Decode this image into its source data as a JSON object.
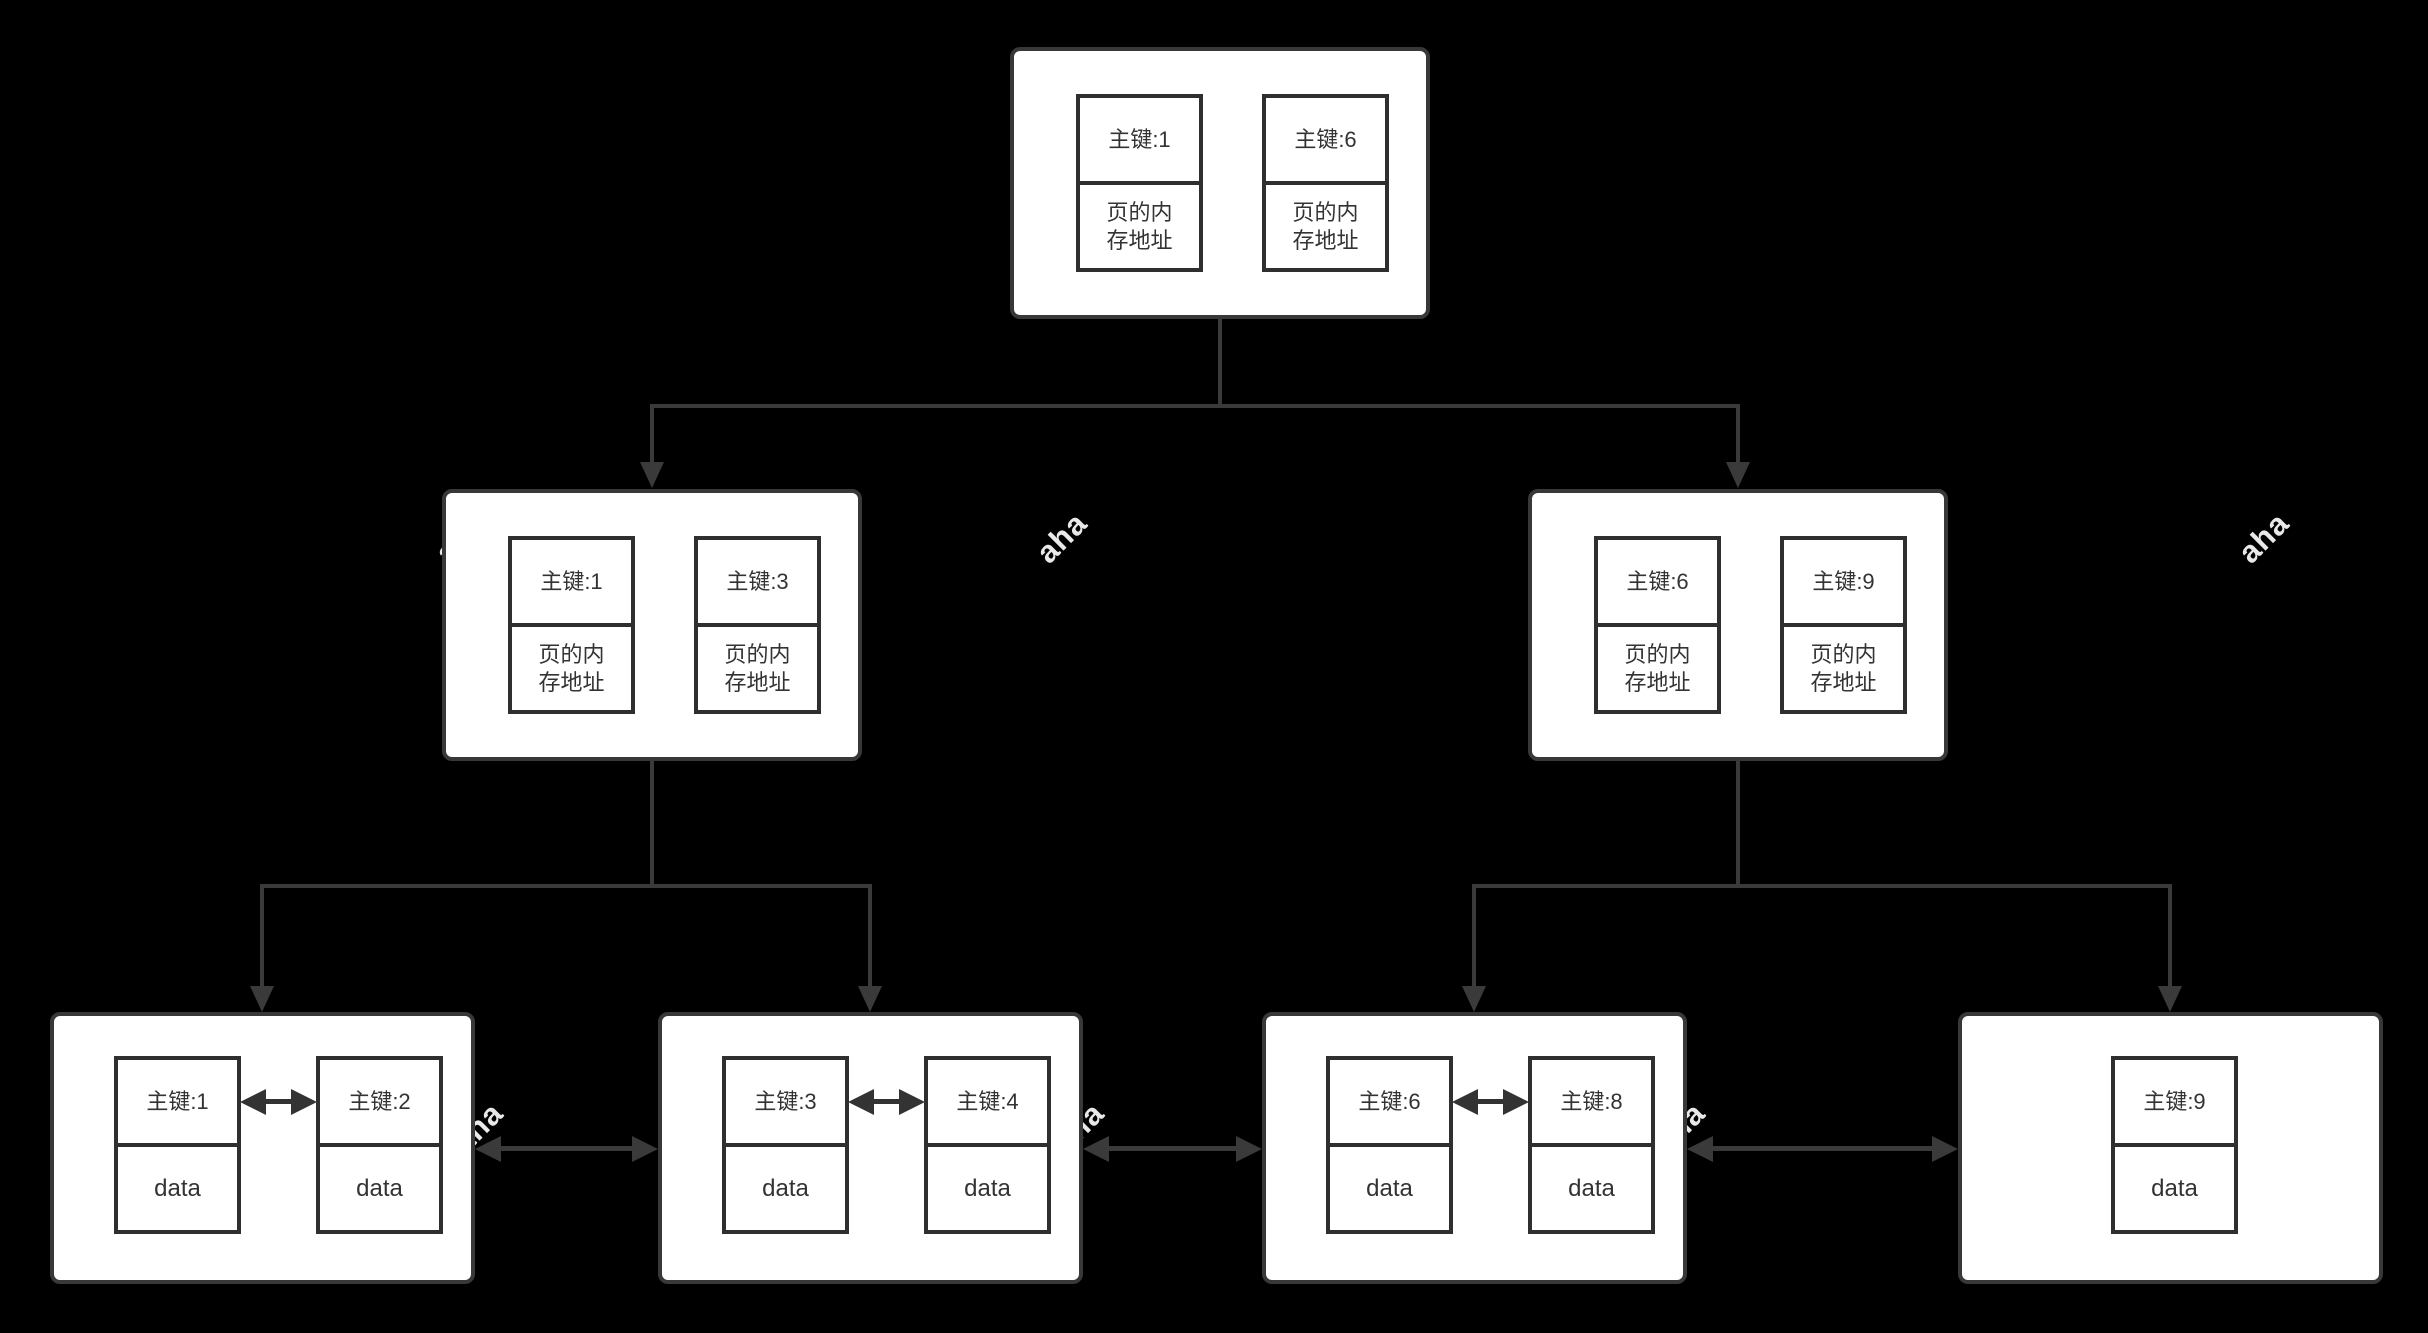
{
  "watermark": {
    "text": "aha",
    "color": "#e9e9e9"
  },
  "colors": {
    "background": "#000000",
    "node_fill": "#ffffff",
    "node_border": "#383838",
    "cell_border": "#2f2f2f",
    "text": "#333333",
    "connector": "#3a3a3a",
    "leaf_link_arrow": "#333333"
  },
  "nodes": {
    "root": {
      "cells": [
        {
          "key": "主键:1",
          "value": "页的内存地址"
        },
        {
          "key": "主键:6",
          "value": "页的内存地址"
        }
      ]
    },
    "internal_left": {
      "cells": [
        {
          "key": "主键:1",
          "value": "页的内存地址"
        },
        {
          "key": "主键:3",
          "value": "页的内存地址"
        }
      ]
    },
    "internal_right": {
      "cells": [
        {
          "key": "主键:6",
          "value": "页的内存地址"
        },
        {
          "key": "主键:9",
          "value": "页的内存地址"
        }
      ]
    },
    "leaf_1": {
      "cells": [
        {
          "key": "主键:1",
          "value": "data"
        },
        {
          "key": "主键:2",
          "value": "data"
        }
      ]
    },
    "leaf_2": {
      "cells": [
        {
          "key": "主键:3",
          "value": "data"
        },
        {
          "key": "主键:4",
          "value": "data"
        }
      ]
    },
    "leaf_3": {
      "cells": [
        {
          "key": "主键:6",
          "value": "data"
        },
        {
          "key": "主键:8",
          "value": "data"
        }
      ]
    },
    "leaf_4": {
      "cells": [
        {
          "key": "主键:9",
          "value": "data"
        }
      ]
    }
  }
}
